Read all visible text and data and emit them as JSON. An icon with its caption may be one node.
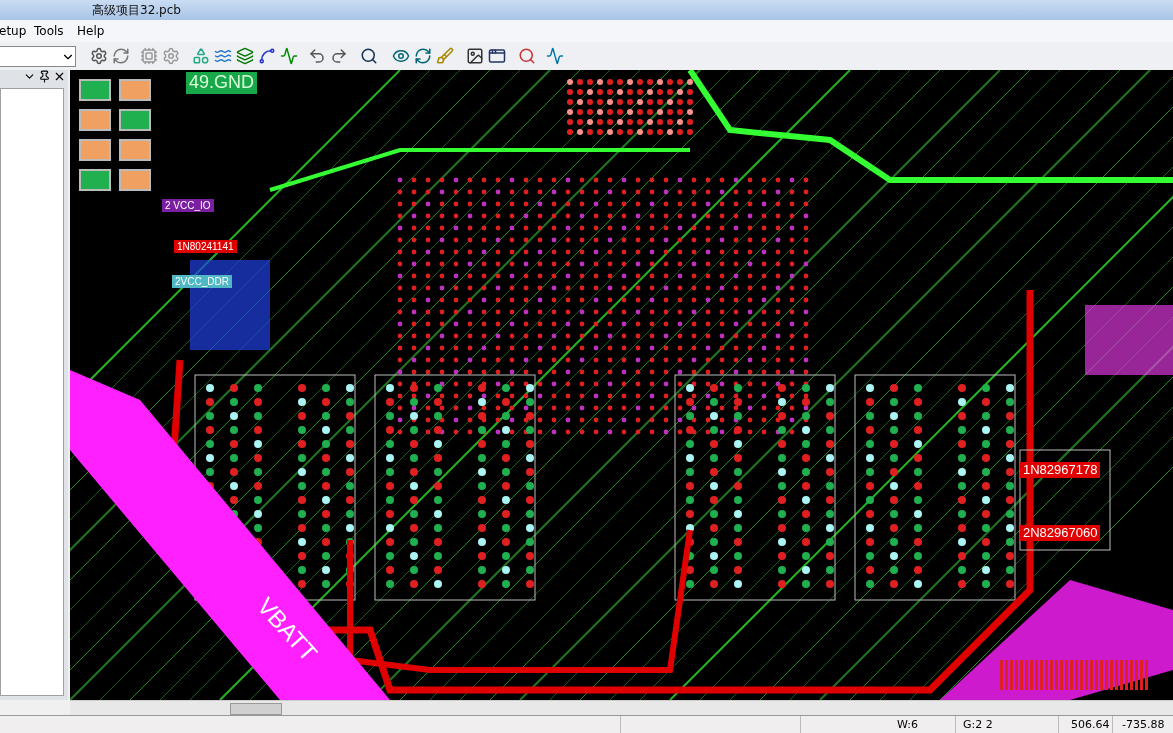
{
  "diagram": {
    "title": "高级项目32.pcb",
    "labels": [
      "etup",
      "Tools",
      "Help",
      "49.GND",
      "2 VCC_IO",
      "1N80241141",
      "2VCC_DDR",
      "1N82967178",
      "2N82967060",
      "VBATT",
      "W:6",
      "G:2 2",
      "506.64",
      "-735.88"
    ]
  }
}
